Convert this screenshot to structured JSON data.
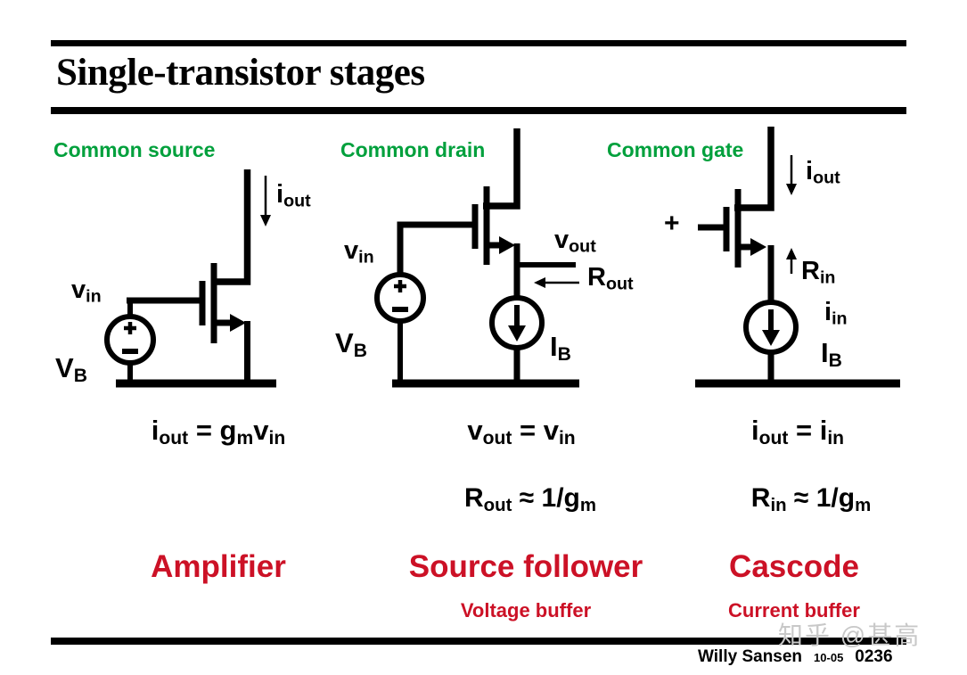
{
  "title": "Single-transistor stages",
  "colors": {
    "green": "#00A03C",
    "red": "#CC1126",
    "black": "#000000",
    "watermark": "#C8C8C8"
  },
  "headers": {
    "cs": "Common source",
    "cd": "Common drain",
    "cg": "Common gate"
  },
  "circuit_labels": {
    "cs": {
      "vin": [
        {
          "t": "v"
        },
        {
          "sub": "in"
        }
      ],
      "vb": [
        {
          "t": "V"
        },
        {
          "sub": "B"
        }
      ],
      "iout": [
        {
          "t": "i"
        },
        {
          "sub": "out"
        }
      ]
    },
    "cd": {
      "vin": [
        {
          "t": "v"
        },
        {
          "sub": "in"
        }
      ],
      "vb": [
        {
          "t": "V"
        },
        {
          "sub": "B"
        }
      ],
      "vout": [
        {
          "t": "v"
        },
        {
          "sub": "out"
        }
      ],
      "rout": [
        {
          "t": "R"
        },
        {
          "sub": "out"
        }
      ],
      "ib": [
        {
          "t": "I"
        },
        {
          "sub": "B"
        }
      ]
    },
    "cg": {
      "plus": "+",
      "iout": [
        {
          "t": "i"
        },
        {
          "sub": "out"
        }
      ],
      "rin": [
        {
          "t": "R"
        },
        {
          "sub": "in"
        }
      ],
      "iin": [
        {
          "t": "i"
        },
        {
          "sub": "in"
        }
      ],
      "ib": [
        {
          "t": "I"
        },
        {
          "sub": "B"
        }
      ]
    }
  },
  "equations": {
    "cs_gain": [
      {
        "t": "i"
      },
      {
        "sub": "out"
      },
      {
        "t": " = g"
      },
      {
        "sub": "m"
      },
      {
        "t": "v"
      },
      {
        "sub": "in"
      }
    ],
    "cd_gain": [
      {
        "t": "v"
      },
      {
        "sub": "out"
      },
      {
        "t": " = v"
      },
      {
        "sub": "in"
      }
    ],
    "cd_rout": [
      {
        "t": "R"
      },
      {
        "sub": "out"
      },
      {
        "t": " ≈ 1/g"
      },
      {
        "sub": "m"
      }
    ],
    "cg_gain": [
      {
        "t": "i"
      },
      {
        "sub": "out"
      },
      {
        "t": " = i"
      },
      {
        "sub": "in"
      }
    ],
    "cg_rin": [
      {
        "t": "R"
      },
      {
        "sub": "in"
      },
      {
        "t": " ≈ 1/g"
      },
      {
        "sub": "m"
      }
    ]
  },
  "stage_names": {
    "cs": "Amplifier",
    "cd": "Source follower",
    "cg": "Cascode"
  },
  "stage_roles": {
    "cd": "Voltage buffer",
    "cg": "Current buffer"
  },
  "icons": {
    "iout_arrow": "down-arrow",
    "rin_arrow": "up-arrow",
    "rout_arrow": "left-arrow",
    "current_source_arrow": "down-arrow",
    "plus_terminal": "+",
    "minus_terminal": "−"
  },
  "footer": {
    "author": "Willy Sansen",
    "date": "10-05",
    "slide_number": "0236"
  },
  "watermark": "知乎 @甚高"
}
